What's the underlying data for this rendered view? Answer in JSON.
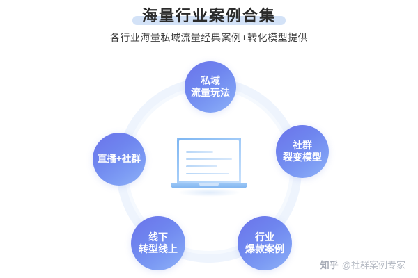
{
  "header": {
    "title": "海量行业案例合集",
    "subtitle": "各行业海量私域流量经典案例+转化模型提供",
    "highlight_color": "#d3e2f7",
    "title_color": "#2b2b2b"
  },
  "center": {
    "illustration": "laptop-illustration",
    "screen_lines": 4
  },
  "bubbles": [
    {
      "id": "private-domain-traffic",
      "position": "top",
      "line1": "私域",
      "line2": "流量玩法"
    },
    {
      "id": "live-stream-community",
      "position": "left",
      "line1": "直播+社群",
      "line2": ""
    },
    {
      "id": "community-fission",
      "position": "right",
      "line1": "社群",
      "line2": "裂变模型"
    },
    {
      "id": "offline-to-online",
      "position": "bottom-left",
      "line1": "线下",
      "line2": "转型线上"
    },
    {
      "id": "industry-hot-cases",
      "position": "bottom-right",
      "line1": "行业",
      "line2": "爆款案例"
    }
  ],
  "bubble_gradient": {
    "from": "#6b73ea",
    "to": "#8fb2f7"
  },
  "watermark": {
    "logo": "知乎",
    "handle": "@社群案例专家"
  }
}
